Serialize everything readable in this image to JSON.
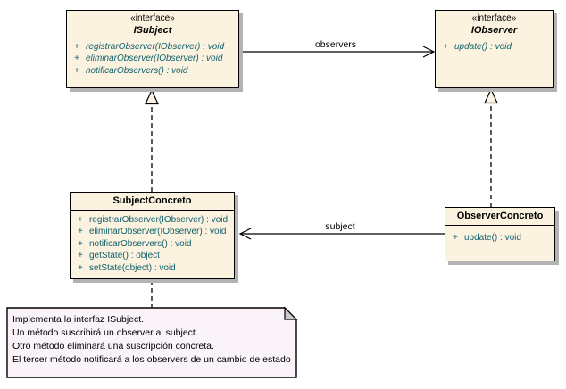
{
  "diagram": {
    "title": "Observer pattern class diagram",
    "colors": {
      "box_fill": "#fbf2df",
      "box_border": "#000000",
      "shadow": "#b3b3b3",
      "method_color": "#0f616d",
      "note_fill": "#faf3f9",
      "note_fold": "#c9c9c9",
      "line_color": "#000000",
      "text_color": "#000000"
    },
    "classes": {
      "isubject": {
        "stereotype": "«interface»",
        "name": "ISubject",
        "methods": [
          {
            "vis": "+",
            "sig": "registrarObserver(IObserver) : void"
          },
          {
            "vis": "+",
            "sig": "eliminarObserver(IObserver) : void"
          },
          {
            "vis": "+",
            "sig": "notificarObservers() : void"
          }
        ]
      },
      "iobserver": {
        "stereotype": "«interface»",
        "name": "IObserver",
        "methods": [
          {
            "vis": "+",
            "sig": "update() : void"
          }
        ]
      },
      "subject_concreto": {
        "name": "SubjectConcreto",
        "methods": [
          {
            "vis": "+",
            "sig": "registrarObserver(IObserver) : void"
          },
          {
            "vis": "+",
            "sig": "eliminarObserver(IObserver) : void"
          },
          {
            "vis": "+",
            "sig": "notificarObservers() : void"
          },
          {
            "vis": "+",
            "sig": "getState() : object"
          },
          {
            "vis": "+",
            "sig": "setState(object) : void"
          }
        ]
      },
      "observer_concreto": {
        "name": "ObserverConcreto",
        "methods": [
          {
            "vis": "+",
            "sig": "update() : void"
          }
        ]
      }
    },
    "associations": {
      "observers_label": "observers",
      "subject_label": "subject"
    },
    "note": {
      "lines": [
        "Implementa la interfaz ISubject.",
        "Un método suscribirá un observer al subject.",
        "Otro método eliminará una suscripción concreta.",
        "El tercer método notificará a los observers de un cambio de estado"
      ]
    }
  }
}
